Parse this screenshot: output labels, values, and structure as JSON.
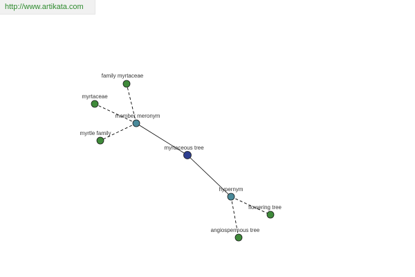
{
  "header": {
    "url": "http://www.artikata.com"
  },
  "graph": {
    "colors": {
      "center": "#2e3f8f",
      "relation": "#4a8a9a",
      "leaf": "#3f8a3a"
    },
    "nodes": [
      {
        "id": "myrtaceous-tree",
        "label": "myrtaceous tree",
        "kind": "center"
      },
      {
        "id": "member-meronym",
        "label": "member meronym",
        "kind": "relation"
      },
      {
        "id": "hypernym",
        "label": "hypernym",
        "kind": "relation"
      },
      {
        "id": "family-myrtaceae",
        "label": "family myrtaceae",
        "kind": "leaf"
      },
      {
        "id": "myrtaceae",
        "label": "myrtaceae",
        "kind": "leaf"
      },
      {
        "id": "myrtle-family",
        "label": "myrtle family",
        "kind": "leaf"
      },
      {
        "id": "flowering-tree",
        "label": "flowering tree",
        "kind": "leaf"
      },
      {
        "id": "angiospermous-tree",
        "label": "angiospermous tree",
        "kind": "leaf"
      }
    ],
    "edges": [
      {
        "from": "myrtaceous-tree",
        "to": "member-meronym",
        "style": "solid"
      },
      {
        "from": "myrtaceous-tree",
        "to": "hypernym",
        "style": "solid"
      },
      {
        "from": "member-meronym",
        "to": "family-myrtaceae",
        "style": "dashed"
      },
      {
        "from": "member-meronym",
        "to": "myrtaceae",
        "style": "dashed"
      },
      {
        "from": "member-meronym",
        "to": "myrtle-family",
        "style": "dashed"
      },
      {
        "from": "hypernym",
        "to": "flowering-tree",
        "style": "dashed"
      },
      {
        "from": "hypernym",
        "to": "angiospermous-tree",
        "style": "dashed"
      }
    ]
  }
}
